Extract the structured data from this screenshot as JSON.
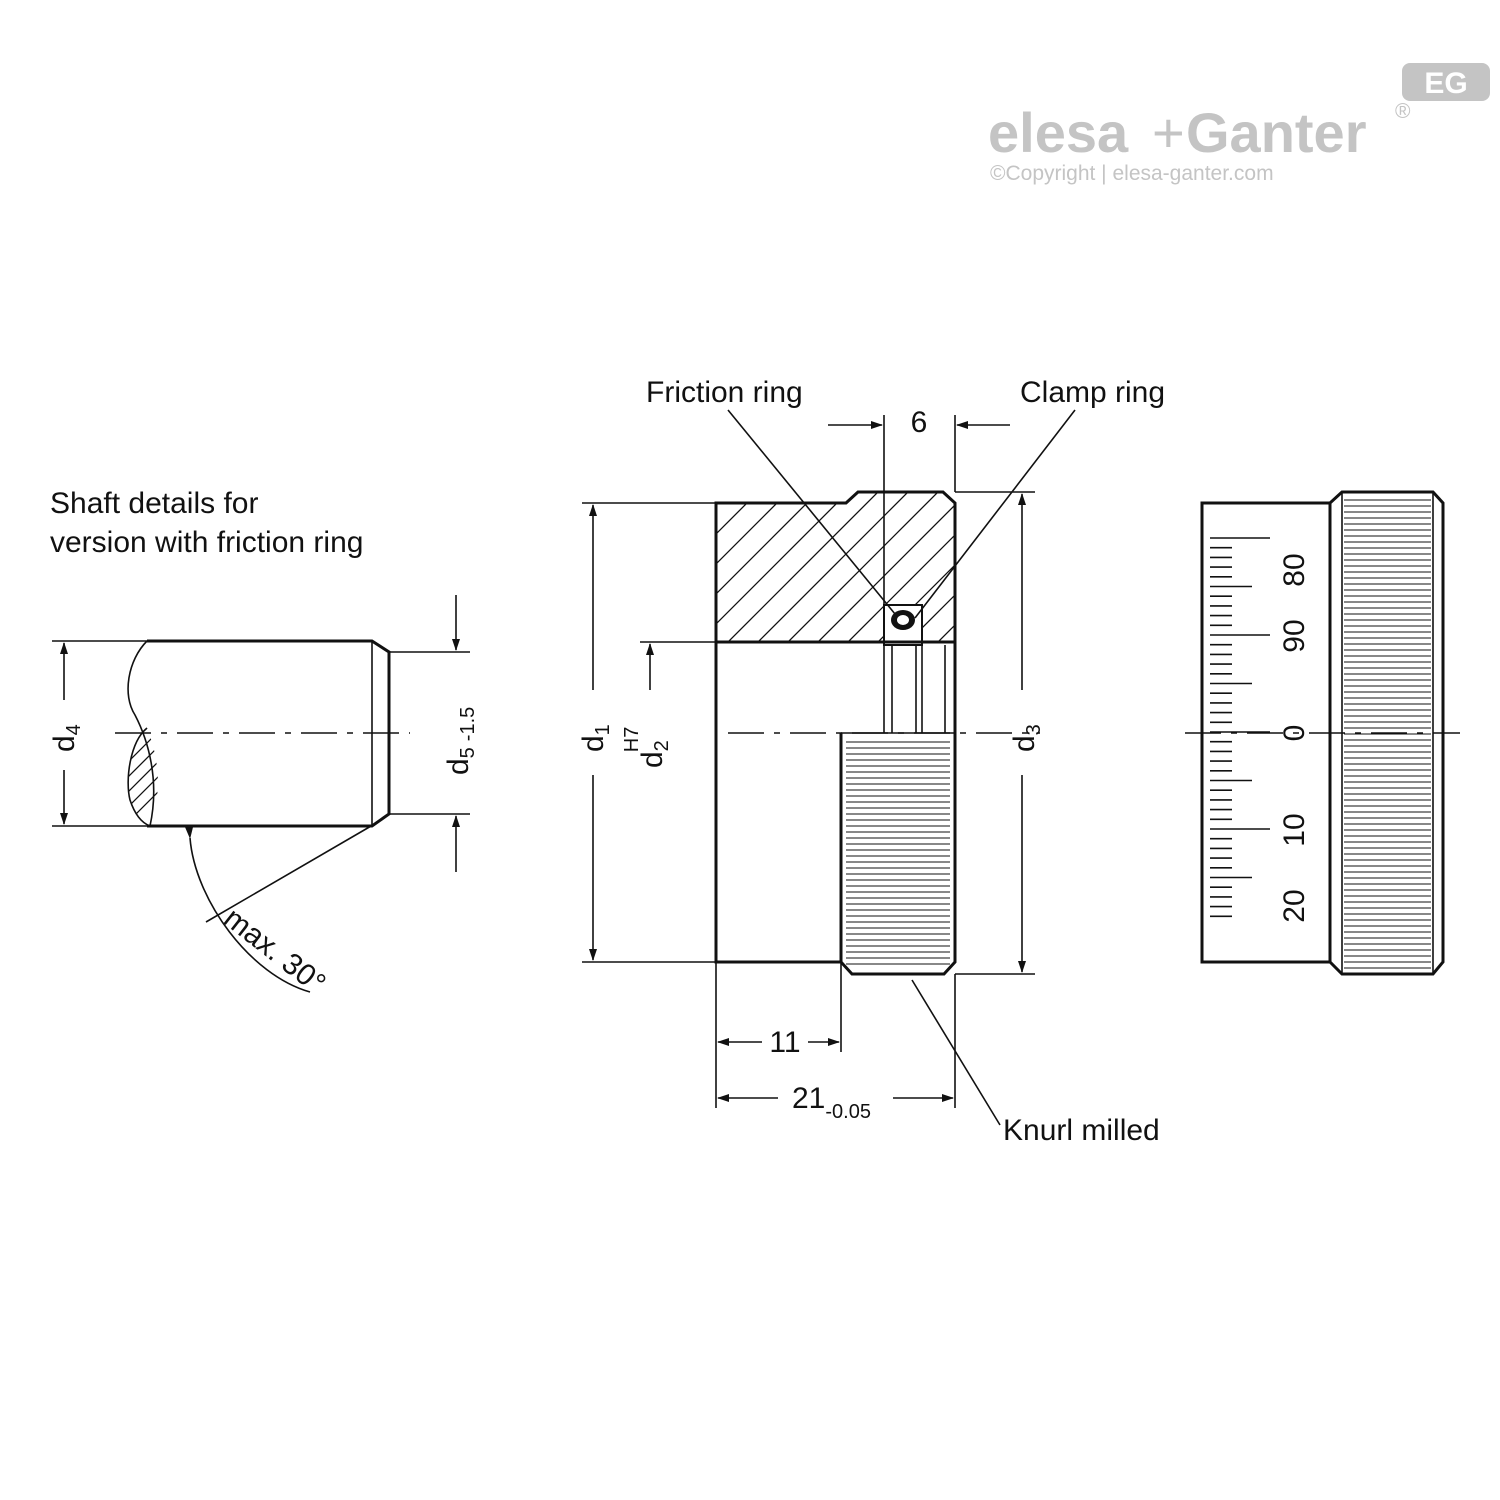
{
  "logo": {
    "brand_left": "elesa",
    "brand_plus": "+",
    "brand_right": "Ganter",
    "registered": "®",
    "badge": "EG",
    "copyright": "©Copyright | elesa-ganter.com",
    "color": "#c4c4c4"
  },
  "labels": {
    "shaft_details_line1": "Shaft details for",
    "shaft_details_line2": "version with friction ring",
    "friction_ring": "Friction ring",
    "clamp_ring": "Clamp ring",
    "knurl_milled": "Knurl milled",
    "max_angle": "max. 30°"
  },
  "dimensions": {
    "d1": "d",
    "d1_sub": "1",
    "d2": "d",
    "d2_sub": "2",
    "d2_sup": "H7",
    "d3": "d",
    "d3_sub": "3",
    "d4": "d",
    "d4_sub": "4",
    "d5": "d",
    "d5_sub": "5",
    "d5_tol": "-1.5",
    "width_6": "6",
    "width_11": "11",
    "width_21": "21",
    "width_21_tol": "-0.05"
  },
  "scale": {
    "numbers": [
      "80",
      "90",
      "0",
      "10",
      "20"
    ]
  }
}
